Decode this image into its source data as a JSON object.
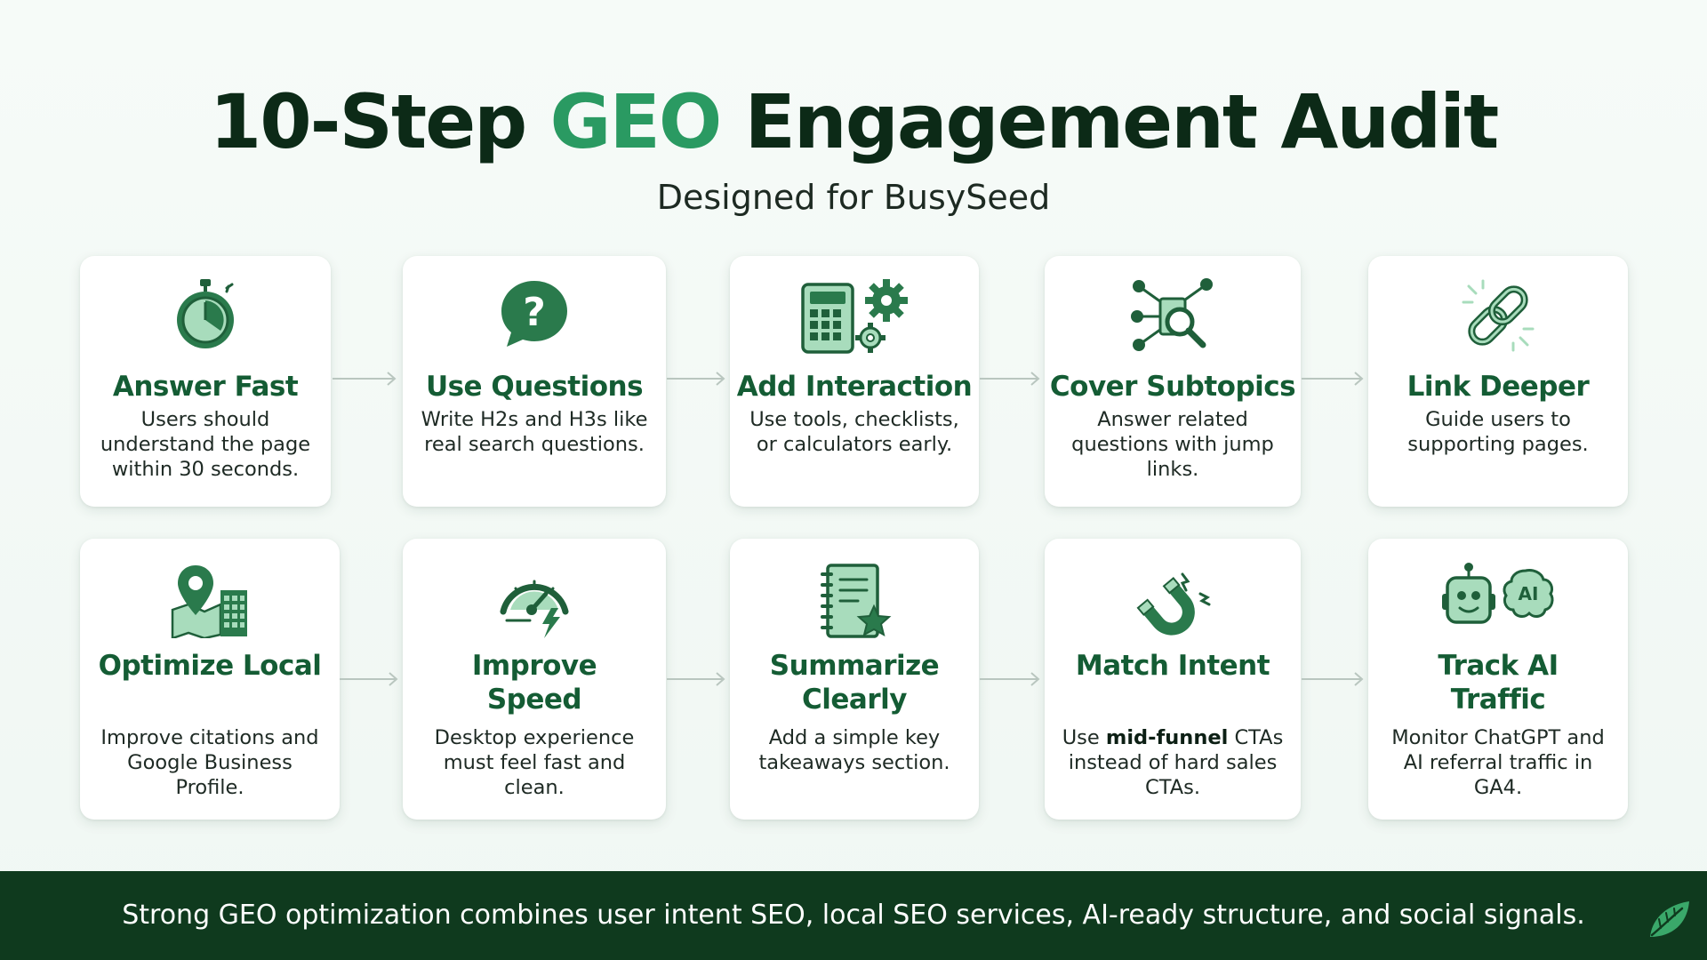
{
  "header": {
    "title_part1": "10-Step ",
    "title_accent": "GEO",
    "title_part2": " Engagement Audit",
    "subtitle": "Designed for BusySeed"
  },
  "colors": {
    "accent": "#2a9a62",
    "heading": "#145c34",
    "footer_bg": "#0f3a1e",
    "icon_fill": "#a8dcbc",
    "icon_stroke": "#1f5f3a"
  },
  "steps": [
    {
      "title": "Answer Fast",
      "desc": "Users should understand the page within 30 seconds.",
      "icon": "stopwatch-icon"
    },
    {
      "title": "Use Questions",
      "desc": "Write H2s and H3s like real search questions.",
      "icon": "question-bubble-icon"
    },
    {
      "title": "Add Interaction",
      "desc": "Use tools, checklists, or calculators early.",
      "icon": "calculator-gears-icon"
    },
    {
      "title": "Cover Subtopics",
      "desc": "Answer related questions with jump links.",
      "icon": "network-search-icon"
    },
    {
      "title": "Link Deeper",
      "desc": "Guide users to supporting pages.",
      "icon": "chain-link-icon"
    },
    {
      "title_line1": "Optimize Local",
      "title_line2": "",
      "desc": "Improve citations and Google Business Profile.",
      "icon": "map-pin-building-icon"
    },
    {
      "title_line1": "Improve",
      "title_line2": "Speed",
      "desc": "Desktop experience must feel fast and clean.",
      "icon": "speedometer-icon"
    },
    {
      "title_line1": "Summarize",
      "title_line2": "Clearly",
      "desc": "Add a simple key takeaways section.",
      "icon": "notebook-star-icon"
    },
    {
      "title_line1": "Match Intent",
      "title_line2": "",
      "desc_pre": "Use ",
      "desc_bold": "mid-funnel",
      "desc_post": " CTAs instead of hard sales CTAs.",
      "icon": "magnet-icon"
    },
    {
      "title_line1": "Track AI",
      "title_line2": "Traffic",
      "desc": "Monitor ChatGPT and AI referral traffic in GA4.",
      "icon": "robot-brain-icon",
      "icon_label": "AI"
    }
  ],
  "footer": {
    "text": "Strong GEO optimization combines user intent SEO, local SEO services, AI-ready structure, and social signals.",
    "icon": "leaf-logo-icon"
  }
}
